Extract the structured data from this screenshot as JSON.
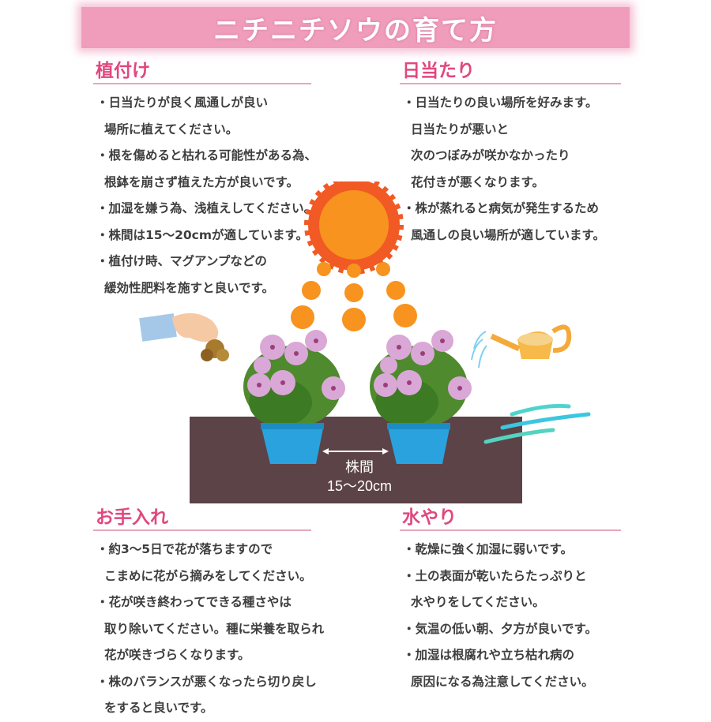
{
  "banner": {
    "title": "ニチニチソウの育て方"
  },
  "sections": {
    "planting": {
      "title": "植付け",
      "lines": [
        "・日当たりが良く風通しが良い",
        "場所に植えてください。",
        "・根を傷めると枯れる可能性がある為、",
        "根鉢を崩さず植えた方が良いです。",
        "・加湿を嫌う為、浅植えしてください。",
        "・株間は15～20cmが適しています。",
        "・植付け時、マグアンプなどの",
        "緩効性肥料を施すと良いです。"
      ]
    },
    "sun": {
      "title": "日当たり",
      "lines": [
        "・日当たりの良い場所を好みます。",
        "日当たりが悪いと",
        "次のつぼみが咲かなかったり",
        "花付きが悪くなります。",
        "・株が蒸れると病気が発生するため",
        "風通しの良い場所が適しています。"
      ]
    },
    "care": {
      "title": "お手入れ",
      "lines": [
        "・約3～5日で花が落ちますので",
        "こまめに花がら摘みをしてください。",
        "・花が咲き終わってできる種さやは",
        "取り除いてください。種に栄養を取られ",
        "花が咲きづらくなります。",
        "・株のバランスが悪くなったら切り戻し",
        "をすると良いです。"
      ]
    },
    "water": {
      "title": "水やり",
      "lines": [
        "・乾燥に強く加湿に弱いです。",
        "・土の表面が乾いたらたっぷりと",
        "水やりをしてください。",
        "・気温の低い朝、夕方が良いです。",
        "・加湿は根腐れや立ち枯れ病の",
        "原因になる為注意してください。"
      ]
    }
  },
  "illustration": {
    "spacing_label": "株間",
    "spacing_value": "15～20cm",
    "icons": [
      "sun-icon",
      "hand-fertilizer-icon",
      "watering-can-icon",
      "wind-icon",
      "flower-pot-icon"
    ]
  },
  "colors": {
    "banner": "#f09cbb",
    "heading": "#e0487e",
    "soil": "#5c4347",
    "sun": "#f7931e",
    "pot": "#2aa2de"
  }
}
